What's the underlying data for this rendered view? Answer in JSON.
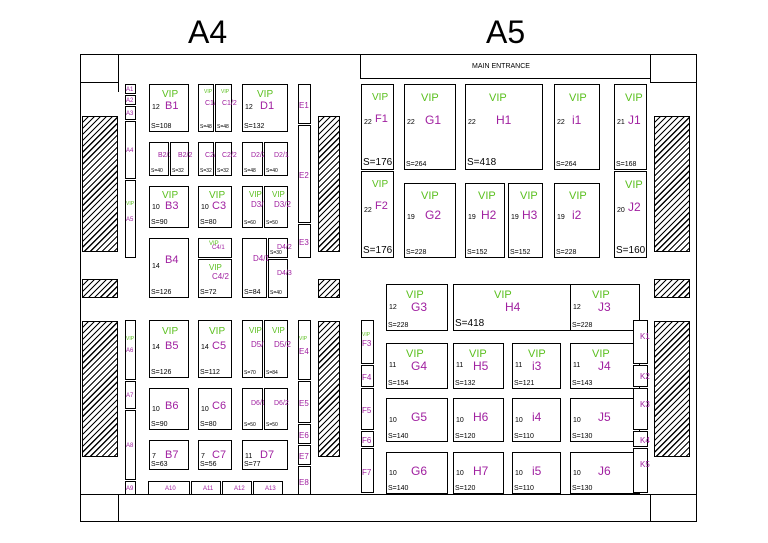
{
  "halls": {
    "a4": "A4",
    "a5": "A5"
  },
  "main_entrance": "MAIN ENTRANCE",
  "booths": [
    {
      "id": "A1",
      "n": "",
      "s": "",
      "vip": ""
    },
    {
      "id": "A2",
      "n": "",
      "s": "",
      "vip": ""
    },
    {
      "id": "A3",
      "n": "",
      "s": "",
      "vip": ""
    },
    {
      "id": "A4",
      "n": "",
      "s": "",
      "vip": ""
    },
    {
      "id": "A5",
      "n": "",
      "s": "",
      "vip": "VIP"
    },
    {
      "id": "A6",
      "n": "",
      "s": "",
      "vip": "VIP"
    },
    {
      "id": "A7",
      "n": "",
      "s": "",
      "vip": ""
    },
    {
      "id": "A8",
      "n": "",
      "s": "",
      "vip": ""
    },
    {
      "id": "A9",
      "n": "",
      "s": "",
      "vip": ""
    },
    {
      "id": "A10",
      "n": "",
      "s": "",
      "vip": ""
    },
    {
      "id": "A11",
      "n": "",
      "s": "",
      "vip": ""
    },
    {
      "id": "A12",
      "n": "",
      "s": "",
      "vip": ""
    },
    {
      "id": "A13",
      "n": "",
      "s": "",
      "vip": ""
    },
    {
      "id": "B1",
      "n": "12",
      "s": "S=108",
      "vip": "VIP"
    },
    {
      "id": "B2/1",
      "n": "",
      "s": "S=40",
      "vip": ""
    },
    {
      "id": "B2/2",
      "n": "",
      "s": "S=32",
      "vip": ""
    },
    {
      "id": "B3",
      "n": "10",
      "s": "S=90",
      "vip": "VIP"
    },
    {
      "id": "B4",
      "n": "14",
      "s": "S=126",
      "vip": ""
    },
    {
      "id": "B5",
      "n": "14",
      "s": "S=126",
      "vip": "VIP"
    },
    {
      "id": "B6",
      "n": "10",
      "s": "S=90",
      "vip": ""
    },
    {
      "id": "B7",
      "n": "7",
      "s": "S=63",
      "vip": ""
    },
    {
      "id": "C1/1",
      "n": "",
      "s": "S=48",
      "vip": "VIP"
    },
    {
      "id": "C1/2",
      "n": "",
      "s": "S=48",
      "vip": "VIP"
    },
    {
      "id": "C2/1",
      "n": "",
      "s": "S=32",
      "vip": ""
    },
    {
      "id": "C2/2",
      "n": "",
      "s": "S=32",
      "vip": ""
    },
    {
      "id": "C3",
      "n": "10",
      "s": "S=80",
      "vip": "VIP"
    },
    {
      "id": "C4/1",
      "n": "",
      "s": "",
      "vip": "VIP"
    },
    {
      "id": "C4/2",
      "n": "",
      "s": "S=72",
      "vip": "VIP"
    },
    {
      "id": "C5",
      "n": "14",
      "s": "S=112",
      "vip": "VIP"
    },
    {
      "id": "C6",
      "n": "10",
      "s": "S=80",
      "vip": ""
    },
    {
      "id": "C7",
      "n": "7",
      "s": "S=56",
      "vip": ""
    },
    {
      "id": "D1",
      "n": "12",
      "s": "S=132",
      "vip": "VIP"
    },
    {
      "id": "D2/2",
      "n": "",
      "s": "S=48",
      "vip": ""
    },
    {
      "id": "D2/1",
      "n": "",
      "s": "S=40",
      "vip": ""
    },
    {
      "id": "D3/1",
      "n": "",
      "s": "S=60",
      "vip": "VIP"
    },
    {
      "id": "D3/2",
      "n": "",
      "s": "S=50",
      "vip": "VIP"
    },
    {
      "id": "D4/1",
      "n": "",
      "s": "S=84",
      "vip": ""
    },
    {
      "id": "D4/2",
      "n": "",
      "s": "S=30",
      "vip": ""
    },
    {
      "id": "D4/3",
      "n": "",
      "s": "S=40",
      "vip": ""
    },
    {
      "id": "D5/1",
      "n": "",
      "s": "S=70",
      "vip": "VIP"
    },
    {
      "id": "D5/2",
      "n": "",
      "s": "S=84",
      "vip": "VIP"
    },
    {
      "id": "D6/1",
      "n": "",
      "s": "S=50",
      "vip": ""
    },
    {
      "id": "D6/2",
      "n": "",
      "s": "S=50",
      "vip": ""
    },
    {
      "id": "D7",
      "n": "11",
      "s": "S=77",
      "vip": ""
    },
    {
      "id": "E1",
      "n": "",
      "s": "",
      "vip": ""
    },
    {
      "id": "E2",
      "n": "",
      "s": "",
      "vip": ""
    },
    {
      "id": "E3",
      "n": "",
      "s": "",
      "vip": ""
    },
    {
      "id": "E4",
      "n": "",
      "s": "",
      "vip": "VIP"
    },
    {
      "id": "E5",
      "n": "",
      "s": "",
      "vip": ""
    },
    {
      "id": "E6",
      "n": "",
      "s": "",
      "vip": ""
    },
    {
      "id": "E7",
      "n": "",
      "s": "",
      "vip": ""
    },
    {
      "id": "E8",
      "n": "",
      "s": "",
      "vip": ""
    },
    {
      "id": "F1",
      "n": "22",
      "s": "S=176",
      "vip": "VIP"
    },
    {
      "id": "F2",
      "n": "22",
      "s": "S=176",
      "vip": "VIP"
    },
    {
      "id": "F3",
      "n": "",
      "s": "",
      "vip": "VIP"
    },
    {
      "id": "F4",
      "n": "",
      "s": "",
      "vip": ""
    },
    {
      "id": "F5",
      "n": "",
      "s": "",
      "vip": ""
    },
    {
      "id": "F6",
      "n": "",
      "s": "",
      "vip": ""
    },
    {
      "id": "F7",
      "n": "",
      "s": "",
      "vip": ""
    },
    {
      "id": "G1",
      "n": "22",
      "s": "S=264",
      "vip": "VIP"
    },
    {
      "id": "G2",
      "n": "19",
      "s": "S=228",
      "vip": "VIP"
    },
    {
      "id": "G3",
      "n": "12",
      "s": "S=228",
      "vip": "VIP"
    },
    {
      "id": "G4",
      "n": "11",
      "s": "S=154",
      "vip": "VIP"
    },
    {
      "id": "G5",
      "n": "10",
      "s": "S=140",
      "vip": ""
    },
    {
      "id": "G6",
      "n": "10",
      "s": "S=140",
      "vip": ""
    },
    {
      "id": "H1",
      "n": "22",
      "s": "S=418",
      "vip": "VIP"
    },
    {
      "id": "H2",
      "n": "19",
      "s": "S=152",
      "vip": "VIP"
    },
    {
      "id": "H3",
      "n": "19",
      "s": "S=152",
      "vip": "VIP"
    },
    {
      "id": "H4",
      "n": "",
      "s": "S=418",
      "vip": "VIP"
    },
    {
      "id": "H5",
      "n": "11",
      "s": "S=132",
      "vip": "VIP"
    },
    {
      "id": "H6",
      "n": "10",
      "s": "S=120",
      "vip": ""
    },
    {
      "id": "H7",
      "n": "10",
      "s": "S=120",
      "vip": ""
    },
    {
      "id": "i1",
      "n": "22",
      "s": "S=264",
      "vip": "VIP"
    },
    {
      "id": "i2",
      "n": "19",
      "s": "S=228",
      "vip": "VIP"
    },
    {
      "id": "i3",
      "n": "11",
      "s": "S=121",
      "vip": "VIP"
    },
    {
      "id": "i4",
      "n": "10",
      "s": "S=110",
      "vip": ""
    },
    {
      "id": "i5",
      "n": "10",
      "s": "S=110",
      "vip": ""
    },
    {
      "id": "J1",
      "n": "21",
      "s": "S=168",
      "vip": "VIP"
    },
    {
      "id": "J2",
      "n": "20",
      "s": "S=160",
      "vip": "VIP"
    },
    {
      "id": "J3",
      "n": "12",
      "s": "S=228",
      "vip": "VIP"
    },
    {
      "id": "J4",
      "n": "11",
      "s": "S=143",
      "vip": "VIP"
    },
    {
      "id": "J5",
      "n": "10",
      "s": "S=130",
      "vip": ""
    },
    {
      "id": "J6",
      "n": "10",
      "s": "S=130",
      "vip": ""
    },
    {
      "id": "K1",
      "n": "",
      "s": "",
      "vip": ""
    },
    {
      "id": "K2",
      "n": "",
      "s": "",
      "vip": ""
    },
    {
      "id": "K3",
      "n": "",
      "s": "",
      "vip": ""
    },
    {
      "id": "K4",
      "n": "",
      "s": "",
      "vip": ""
    },
    {
      "id": "K5",
      "n": "",
      "s": "",
      "vip": ""
    }
  ]
}
